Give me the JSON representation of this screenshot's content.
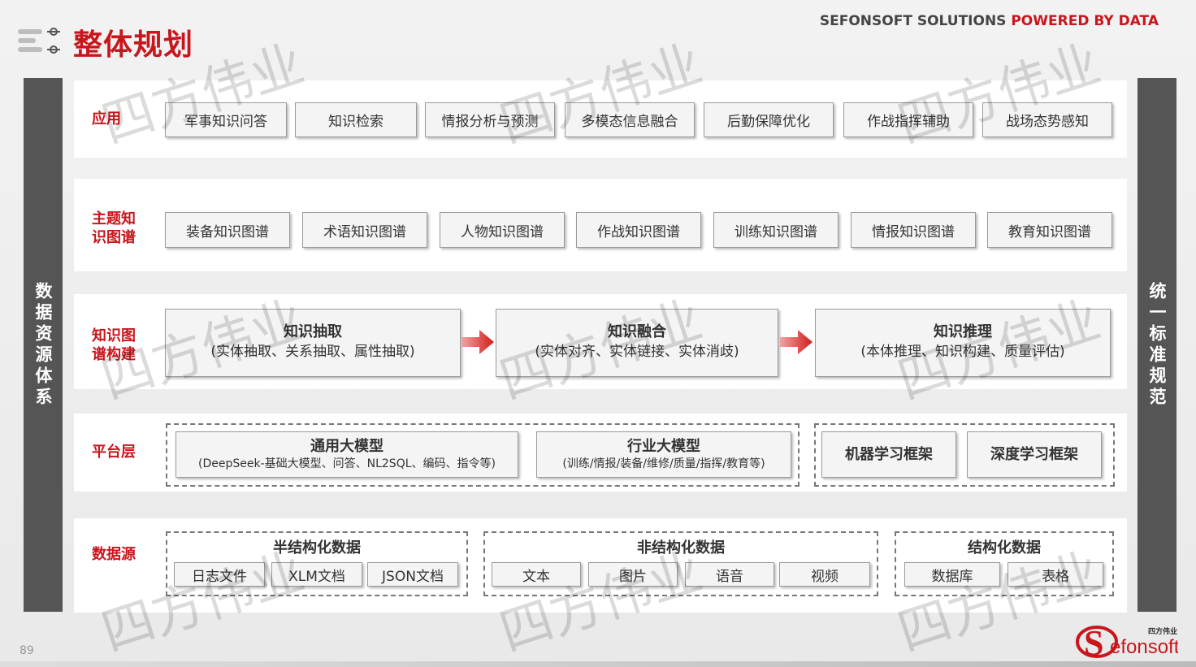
{
  "header": {
    "title": "整体规划",
    "brand_prefix": "SEFONSOFT SOLUTIONS ",
    "brand_suffix": "POWERED BY DATA"
  },
  "side": {
    "left": "数据资源体系",
    "right": "统一标准规范"
  },
  "layers": {
    "application": {
      "label": "应用",
      "items": [
        "军事知识问答",
        "知识检索",
        "情报分析与预测",
        "多模态信息融合",
        "后勤保障优化",
        "作战指挥辅助",
        "战场态势感知"
      ]
    },
    "topic_kg": {
      "label": "主题知识图谱",
      "items": [
        "装备知识图谱",
        "术语知识图谱",
        "人物知识图谱",
        "作战知识图谱",
        "训练知识图谱",
        "情报知识图谱",
        "教育知识图谱"
      ]
    },
    "kg_build": {
      "label": "知识图谱构建",
      "steps": [
        {
          "title": "知识抽取",
          "sub": "(实体抽取、关系抽取、属性抽取)"
        },
        {
          "title": "知识融合",
          "sub": "(实体对齐、实体链接、实体消歧)"
        },
        {
          "title": "知识推理",
          "sub": "(本体推理、知识构建、质量评估)"
        }
      ]
    },
    "platform": {
      "label": "平台层",
      "general": {
        "title": "通用大模型",
        "sub": "(DeepSeek-基础大模型、问答、NL2SQL、编码、指令等)"
      },
      "industry": {
        "title": "行业大模型",
        "sub": "(训练/情报/装备/维修/质量/指挥/教育等)"
      },
      "ml": "机器学习框架",
      "dl": "深度学习框架"
    },
    "data_source": {
      "label": "数据源",
      "semi": {
        "title": "半结构化数据",
        "items": [
          "日志文件",
          "XLM文档",
          "JSON文档"
        ]
      },
      "unstructured": {
        "title": "非结构化数据",
        "items": [
          "文本",
          "图片",
          "语音",
          "视频"
        ]
      },
      "structured": {
        "title": "结构化数据",
        "items": [
          "数据库",
          "表格"
        ]
      }
    }
  },
  "watermark": "四方伟业",
  "footer": {
    "page": "89",
    "logo_cn": "四方伟业",
    "logo_text": "efonsoft",
    "logo_letter": "S"
  },
  "colors": {
    "accent": "#c8161d",
    "bar": "#555555"
  }
}
